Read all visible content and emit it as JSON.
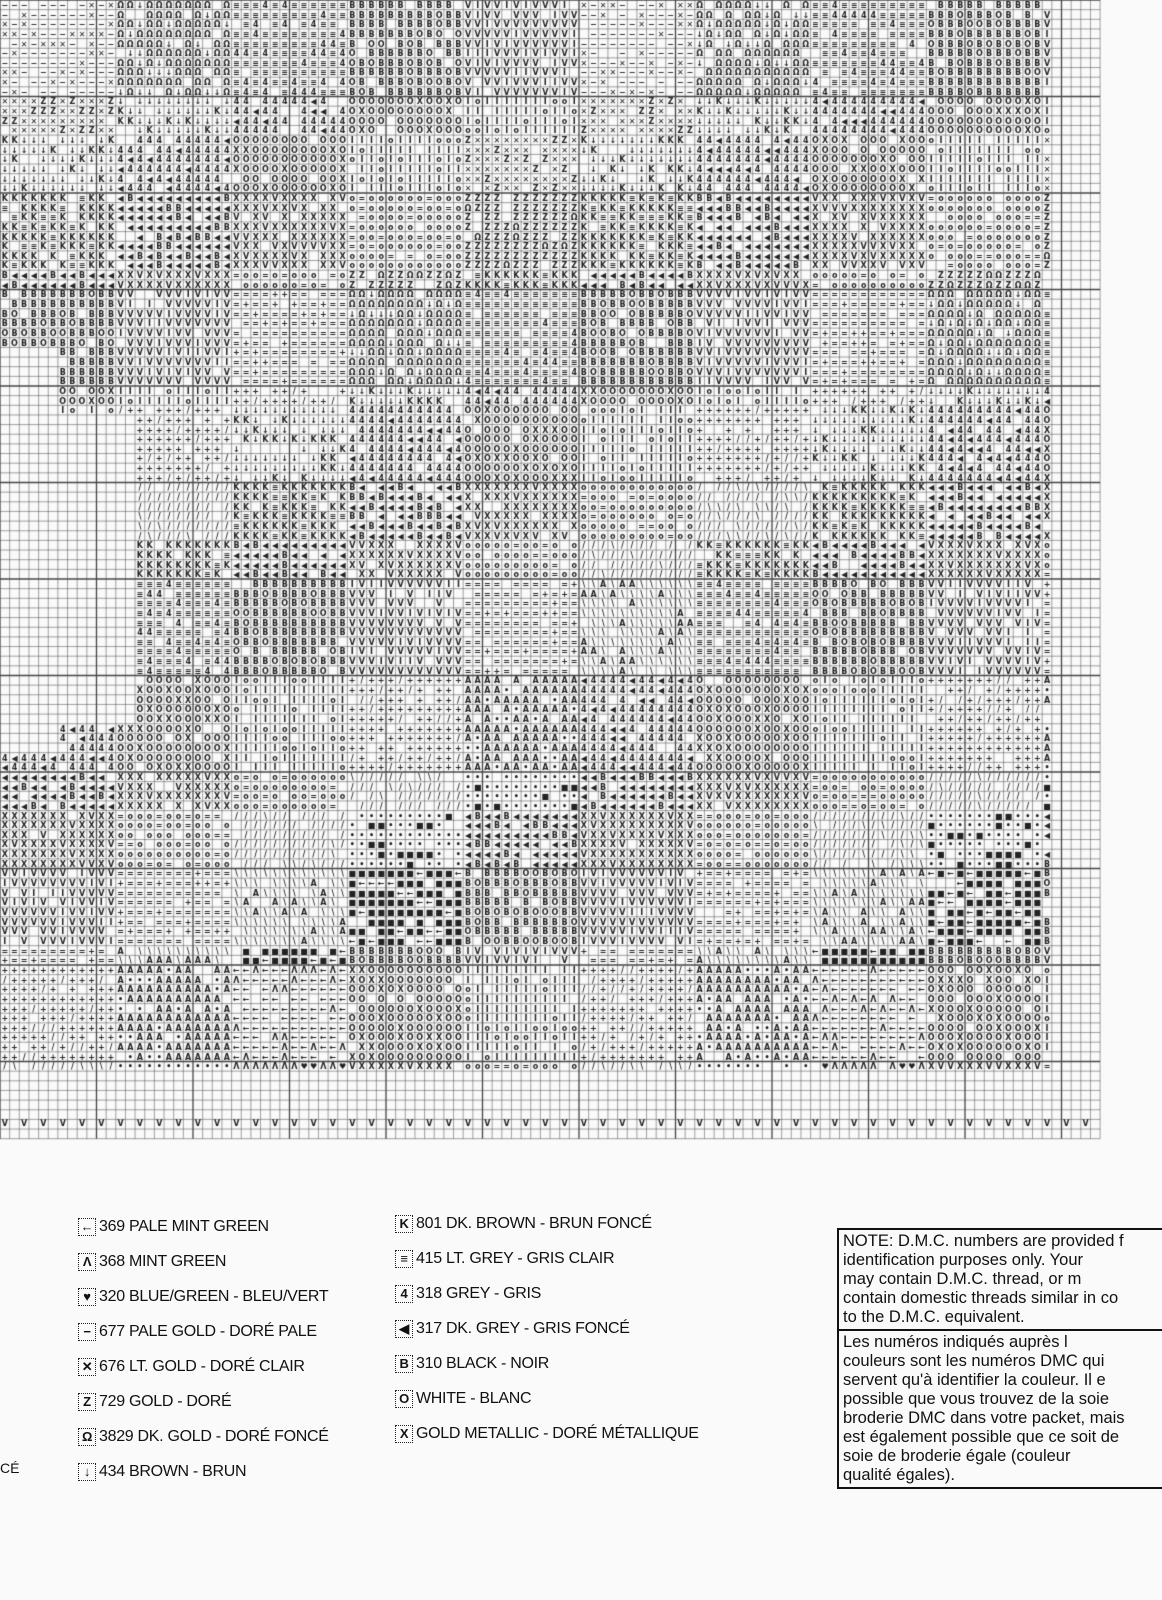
{
  "chart_symbols": [
    "←",
    "Λ",
    "♥",
    "−",
    "✕",
    "Z",
    "Ω",
    "↓",
    "K",
    "≡",
    "4",
    "◀",
    "B",
    "O",
    "X",
    "V",
    "I",
    "o",
    "=",
    "+",
    "/",
    "\\",
    "A",
    "•",
    "■"
  ],
  "legend": {
    "left": [
      {
        "symbol": "←",
        "label": "369 PALE MINT GREEN"
      },
      {
        "symbol": "Λ",
        "label": "368 MINT GREEN"
      },
      {
        "symbol": "♥",
        "label": "320 BLUE/GREEN - BLEU/VERT"
      },
      {
        "symbol": "−",
        "label": "677 PALE GOLD - DORÉ PALE"
      },
      {
        "symbol": "✕",
        "label": "676 LT. GOLD - DORÉ CLAIR"
      },
      {
        "symbol": "Z",
        "label": "729 GOLD - DORÉ"
      },
      {
        "symbol": "Ω",
        "label": "3829 DK. GOLD - DORÉ FONCÉ"
      },
      {
        "symbol": "↓",
        "label": "434 BROWN - BRUN"
      }
    ],
    "right": [
      {
        "symbol": "K",
        "label": "801 DK. BROWN - BRUN FONCÉ"
      },
      {
        "symbol": "≡",
        "label": "415 LT. GREY - GRIS CLAIR"
      },
      {
        "symbol": "4",
        "label": "318 GREY - GRIS"
      },
      {
        "symbol": "◀",
        "label": "317 DK. GREY - GRIS FONCÉ"
      },
      {
        "symbol": "B",
        "label": "310 BLACK - NOIR"
      },
      {
        "symbol": "O",
        "label": "WHITE - BLANC"
      },
      {
        "symbol": "X",
        "label": "GOLD METALLIC - DORÉ MÉTALLIQUE"
      }
    ]
  },
  "note": {
    "english": [
      "NOTE: D.M.C. numbers are provided f",
      "identification purposes only. Your",
      "may contain D.M.C. thread, or m",
      "contain domestic threads similar in co",
      "to the D.M.C. equivalent."
    ],
    "french": [
      "Les numéros indiqués auprès l",
      "couleurs sont les numéros DMC qui",
      "servent qu'à identifier la couleur. Il e",
      "possible que vous trouvez de la soie",
      "broderie DMC dans votre packet, mais",
      "est également possible que ce soit de",
      "soie de broderie égale (couleur",
      "qualité égales)."
    ]
  },
  "edge_fragment": "CÉ"
}
